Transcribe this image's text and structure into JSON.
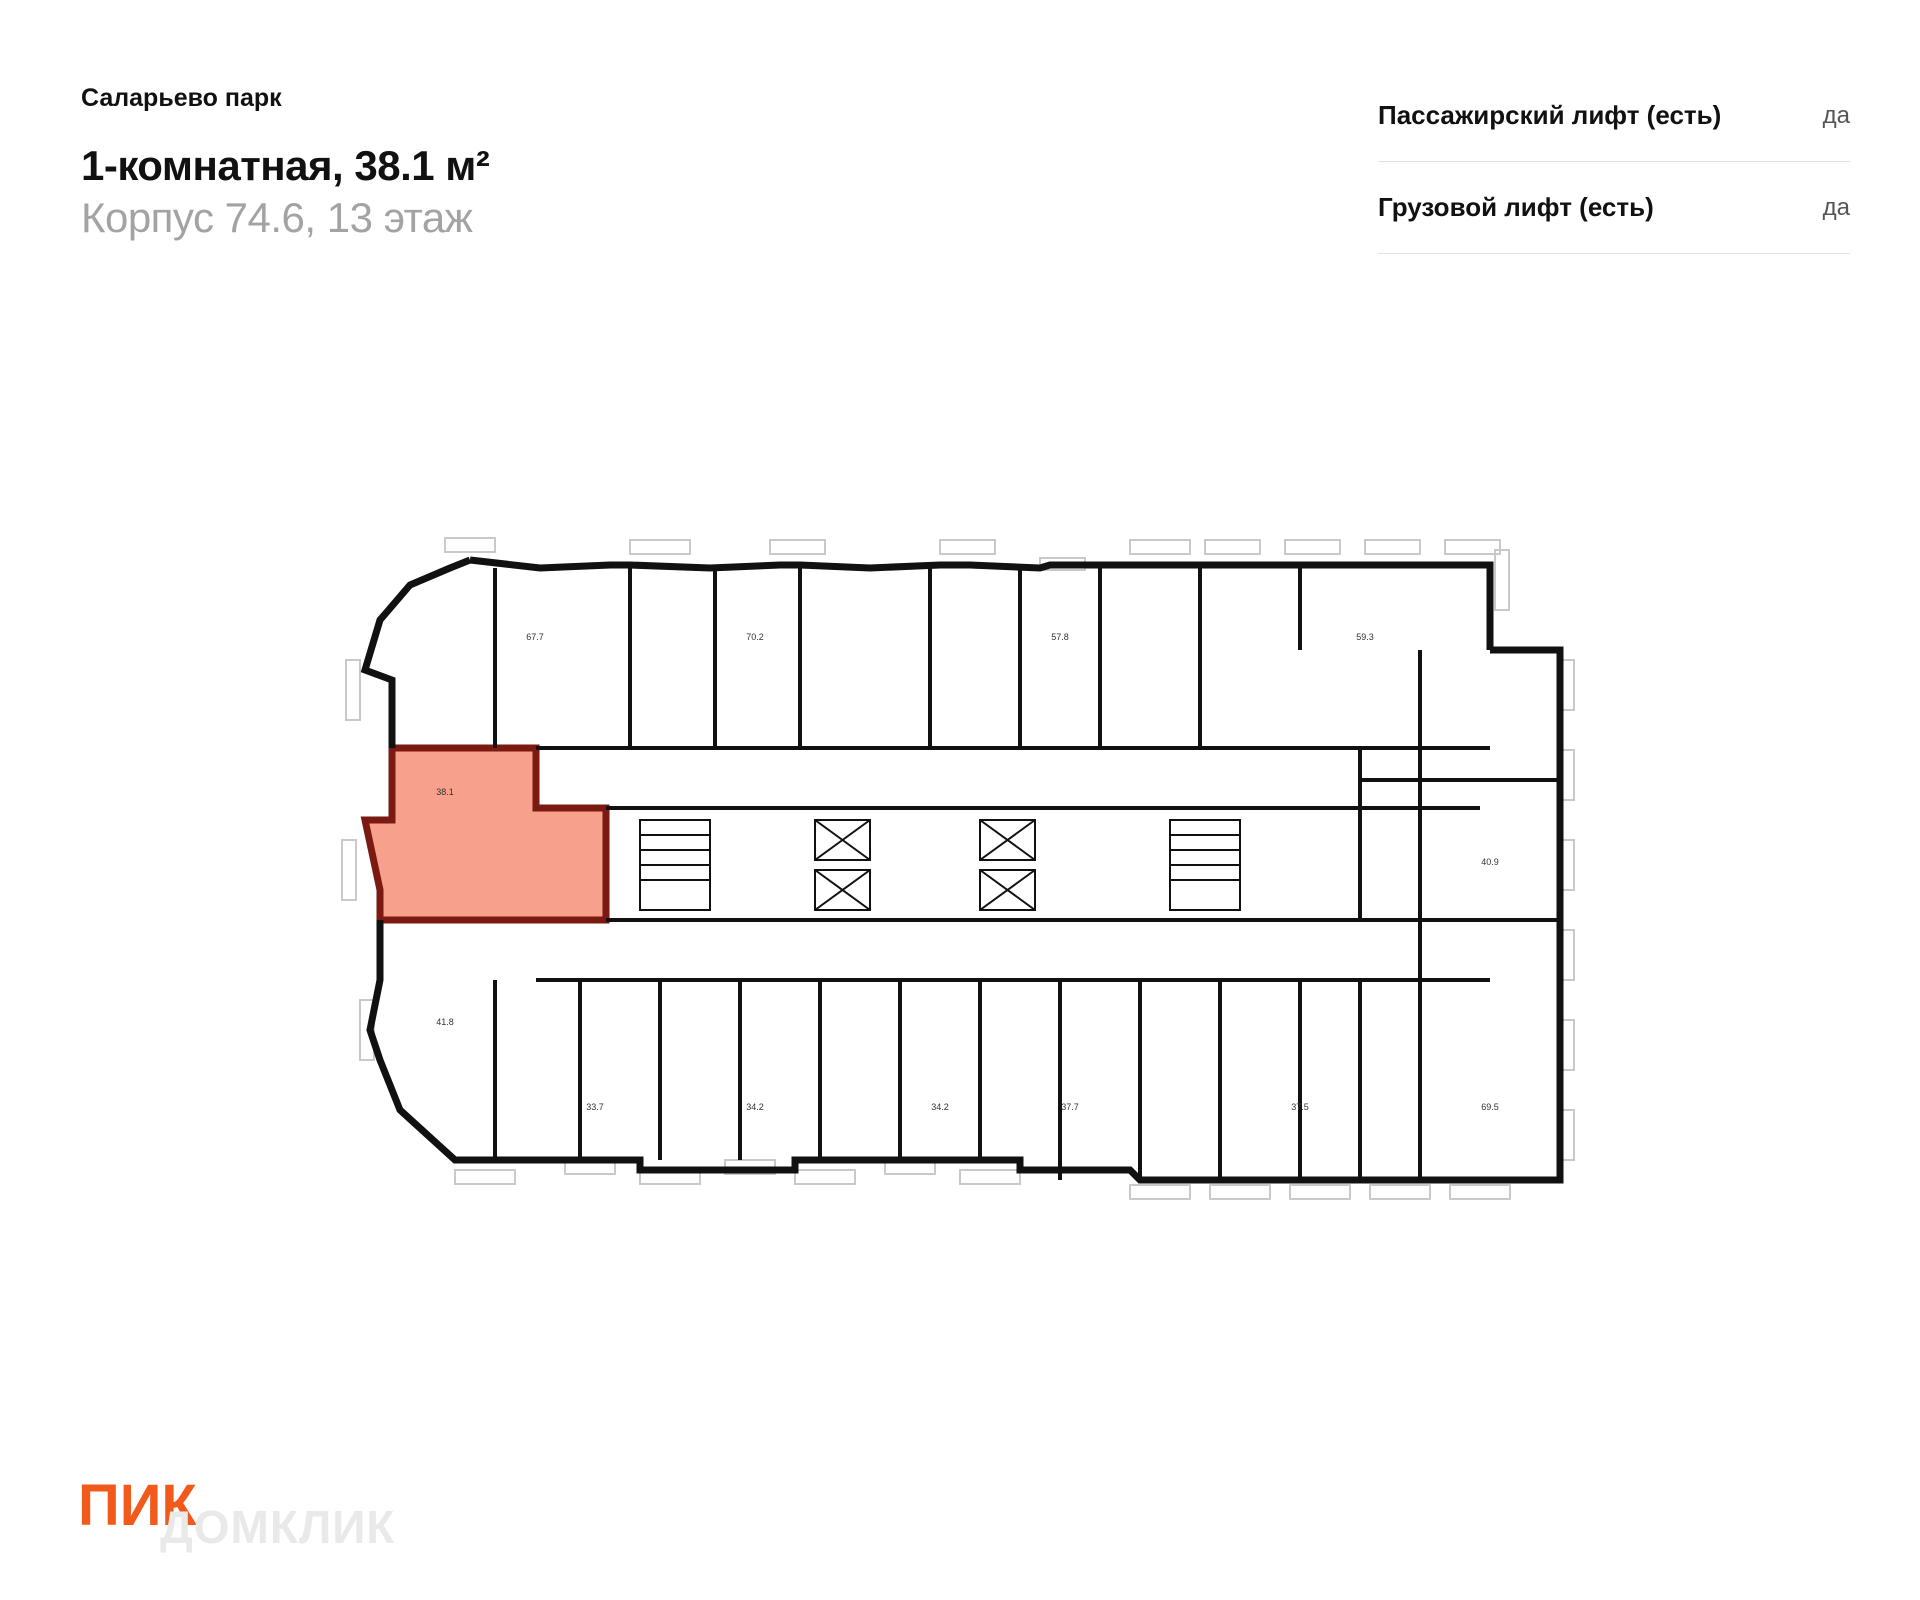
{
  "header": {
    "complex_name": "Саларьево парк",
    "title": "1-комнатная, 38.1 м²",
    "subtitle": "Корпус 74.6, 13 этаж"
  },
  "features": [
    {
      "label": "Пассажирский лифт (есть)",
      "value": "да"
    },
    {
      "label": "Грузовой лифт (есть)",
      "value": "да"
    }
  ],
  "plan": {
    "highlight_color": "#f7a08c",
    "highlight_border": "#7a1a10",
    "apartments_top": [
      "67.7",
      "70.2",
      "57.8",
      "59.3"
    ],
    "apartments_middle": [
      "38.1",
      "40.9"
    ],
    "apartments_bottom": [
      "41.8",
      "33.7",
      "34.2",
      "34.2",
      "37.7",
      "37.5",
      "69.5"
    ]
  },
  "brand": {
    "logo_text": "ПИК",
    "logo_color": "#f25a1c",
    "watermark": "ДОМКЛИК"
  }
}
